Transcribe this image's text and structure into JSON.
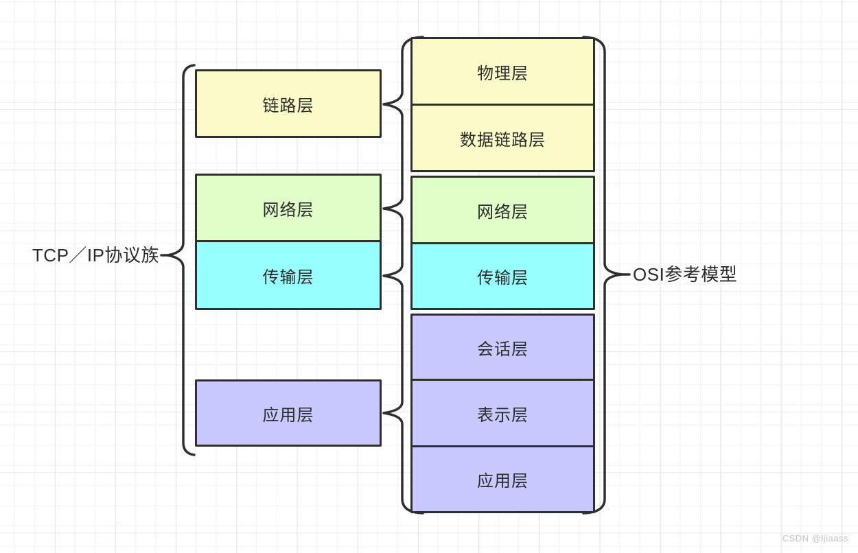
{
  "diagram": {
    "left_group": {
      "label": "TCP／IP协议族",
      "layers": [
        {
          "name": "链路层",
          "color": "#FBFBC8"
        },
        {
          "name": "网络层",
          "color": "#E0FFC8"
        },
        {
          "name": "传输层",
          "color": "#98FFFF"
        },
        {
          "name": "应用层",
          "color": "#C9C9FF"
        }
      ]
    },
    "right_group": {
      "label": "OSI参考模型",
      "layers": [
        {
          "name": "物理层",
          "color": "#FBFBC8"
        },
        {
          "name": "数据链路层",
          "color": "#FBFBC8"
        },
        {
          "name": "网络层",
          "color": "#E0FFC8"
        },
        {
          "name": "传输层",
          "color": "#98FFFF"
        },
        {
          "name": "会话层",
          "color": "#C9C9FF"
        },
        {
          "name": "表示层",
          "color": "#C9C9FF"
        },
        {
          "name": "应用层",
          "color": "#C9C9FF"
        }
      ]
    },
    "watermark": "CSDN @ljiaass",
    "colors": {
      "stroke": "#2f2f2f",
      "text": "#2b2b2b"
    }
  }
}
